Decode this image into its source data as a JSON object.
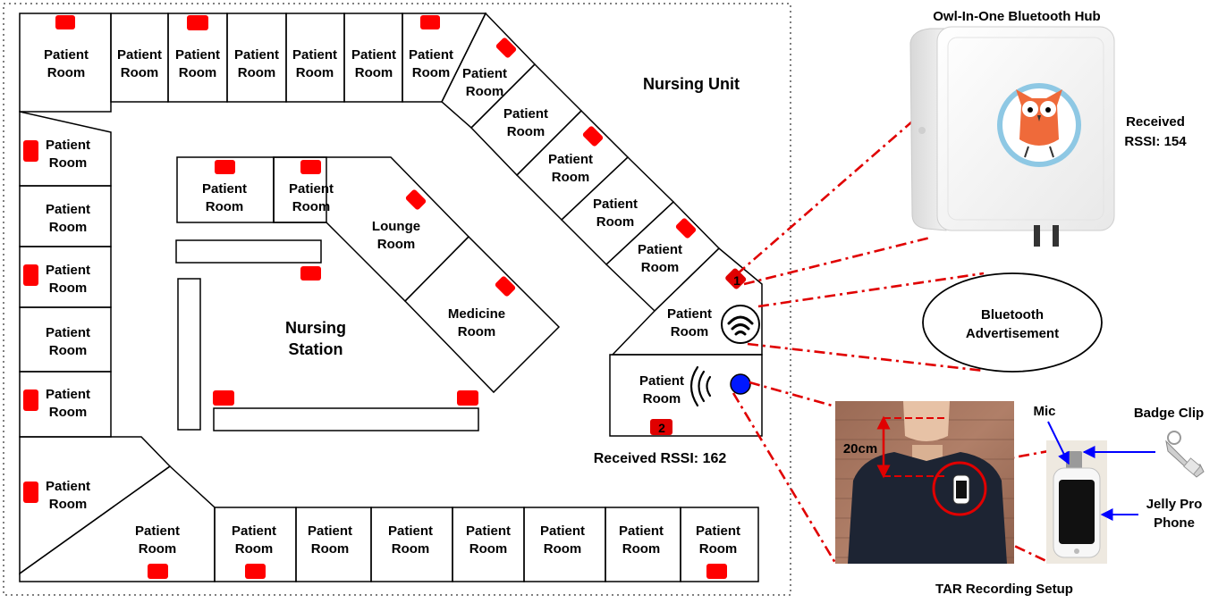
{
  "floor_plan": {
    "unit_title": "Nursing Unit",
    "patient_room": [
      "Patient",
      "Room"
    ],
    "lounge_room": [
      "Lounge",
      "Room"
    ],
    "medicine_room": [
      "Medicine",
      "Room"
    ],
    "nursing_station": [
      "Nursing",
      "Station"
    ],
    "marker_1": "1",
    "marker_2": "2",
    "received_rssi_2": "Received RSSI: 162",
    "colors": {
      "beacon": "#ff0000",
      "badge_dot": "#0000ff",
      "link_dashes": "#e00000"
    }
  },
  "hub": {
    "title": "Owl-In-One Bluetooth Hub",
    "received_rssi_label": [
      "Received",
      "RSSI: 154"
    ]
  },
  "advertisement": {
    "label": [
      "Bluetooth",
      "Advertisement"
    ]
  },
  "recording_setup": {
    "title": "TAR Recording Setup",
    "distance_label": "20cm",
    "mic_label": "Mic",
    "badge_clip_label": "Badge Clip",
    "phone_label": [
      "Jelly Pro",
      "Phone"
    ]
  }
}
